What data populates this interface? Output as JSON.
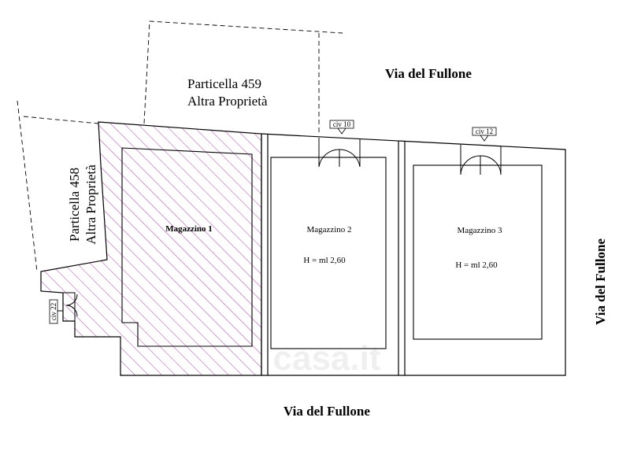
{
  "streets": {
    "top": "Via del   Fullone",
    "bottom": "Via del   Fullone",
    "right": "Via del   Fullone"
  },
  "parcels": {
    "p459": {
      "line1": "Particella 459",
      "line2": "Altra Proprietà"
    },
    "p458": {
      "line1": "Particella 458",
      "line2": "Altra Proprietà"
    }
  },
  "rooms": {
    "magazzino1": {
      "name": "Magazzino 1",
      "color": "#b040b0"
    },
    "magazzino2": {
      "name": "Magazzino 2",
      "height": "H = ml 2,60"
    },
    "magazzino3": {
      "name": "Magazzino 3",
      "height": "H = ml 2,60"
    }
  },
  "civic": {
    "civ10": "civ 10",
    "civ12": "civ 12",
    "civ22": "civ 22"
  },
  "watermark": "casa.it"
}
